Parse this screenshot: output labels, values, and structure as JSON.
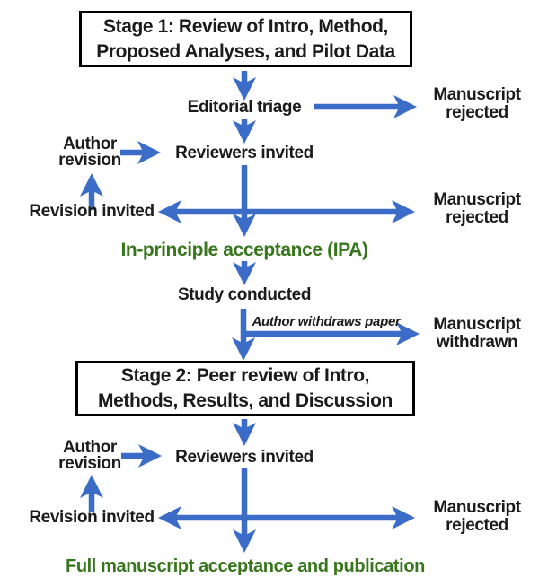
{
  "colors": {
    "arrow_blue": "#3B6CC8",
    "accent_green": "#38761D",
    "text_black": "#1B1B1B",
    "box_border": "#000000",
    "background": "#FFFFFF"
  },
  "stage1": {
    "box_line1": "Stage 1: Review of Intro, Method,",
    "box_line2": "Proposed Analyses, and Pilot Data",
    "editorial_triage": "Editorial triage",
    "triage_rejected_line1": "Manuscript",
    "triage_rejected_line2": "rejected",
    "author_revision_line1": "Author",
    "author_revision_line2": "revision",
    "reviewers_invited": "Reviewers invited",
    "revision_invited": "Revision invited",
    "review_rejected_line1": "Manuscript",
    "review_rejected_line2": "rejected",
    "ipa": "In-principle acceptance (IPA)"
  },
  "interim": {
    "study_conducted": "Study conducted",
    "withdraw_note": "Author withdraws paper",
    "withdrawn_line1": "Manuscript",
    "withdrawn_line2": "withdrawn"
  },
  "stage2": {
    "box_line1": "Stage 2: Peer review of Intro,",
    "box_line2": "Methods, Results, and Discussion",
    "author_revision_line1": "Author",
    "author_revision_line2": "revision",
    "reviewers_invited": "Reviewers invited",
    "revision_invited": "Revision invited",
    "review_rejected_line1": "Manuscript",
    "review_rejected_line2": "rejected",
    "final_acceptance": "Full manuscript acceptance and publication"
  }
}
